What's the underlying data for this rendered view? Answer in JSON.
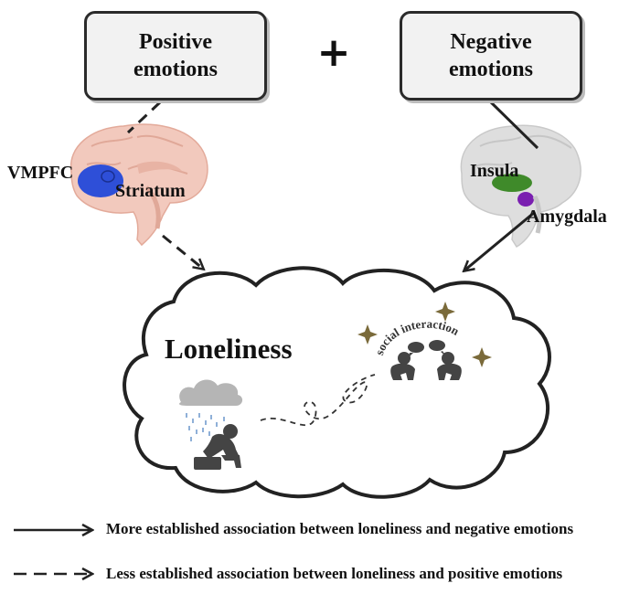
{
  "positive_box": {
    "line1": "Positive",
    "line2": "emotions"
  },
  "negative_box": {
    "line1": "Negative",
    "line2": "emotions"
  },
  "plus_sign": "+",
  "brain_left_labels": {
    "vmpfc": "VMPFC",
    "striatum": "Striatum"
  },
  "brain_right_labels": {
    "insula": "Insula",
    "amygdala": "Amygdala"
  },
  "cloud": {
    "title": "Loneliness",
    "social_label": "social interaction"
  },
  "legend": {
    "solid": "More established association between loneliness and negative emotions",
    "dashed": "Less established association between loneliness and positive emotions"
  },
  "colors": {
    "brain_left": "#f2c9bd",
    "vmpfc_region": "#2e4fd8",
    "brain_right": "#dedede",
    "insula_region": "#3f8a2a",
    "amygdala_region": "#7a1fb0",
    "icon_gray": "#444444",
    "sparkle": "#7a6a3a"
  }
}
